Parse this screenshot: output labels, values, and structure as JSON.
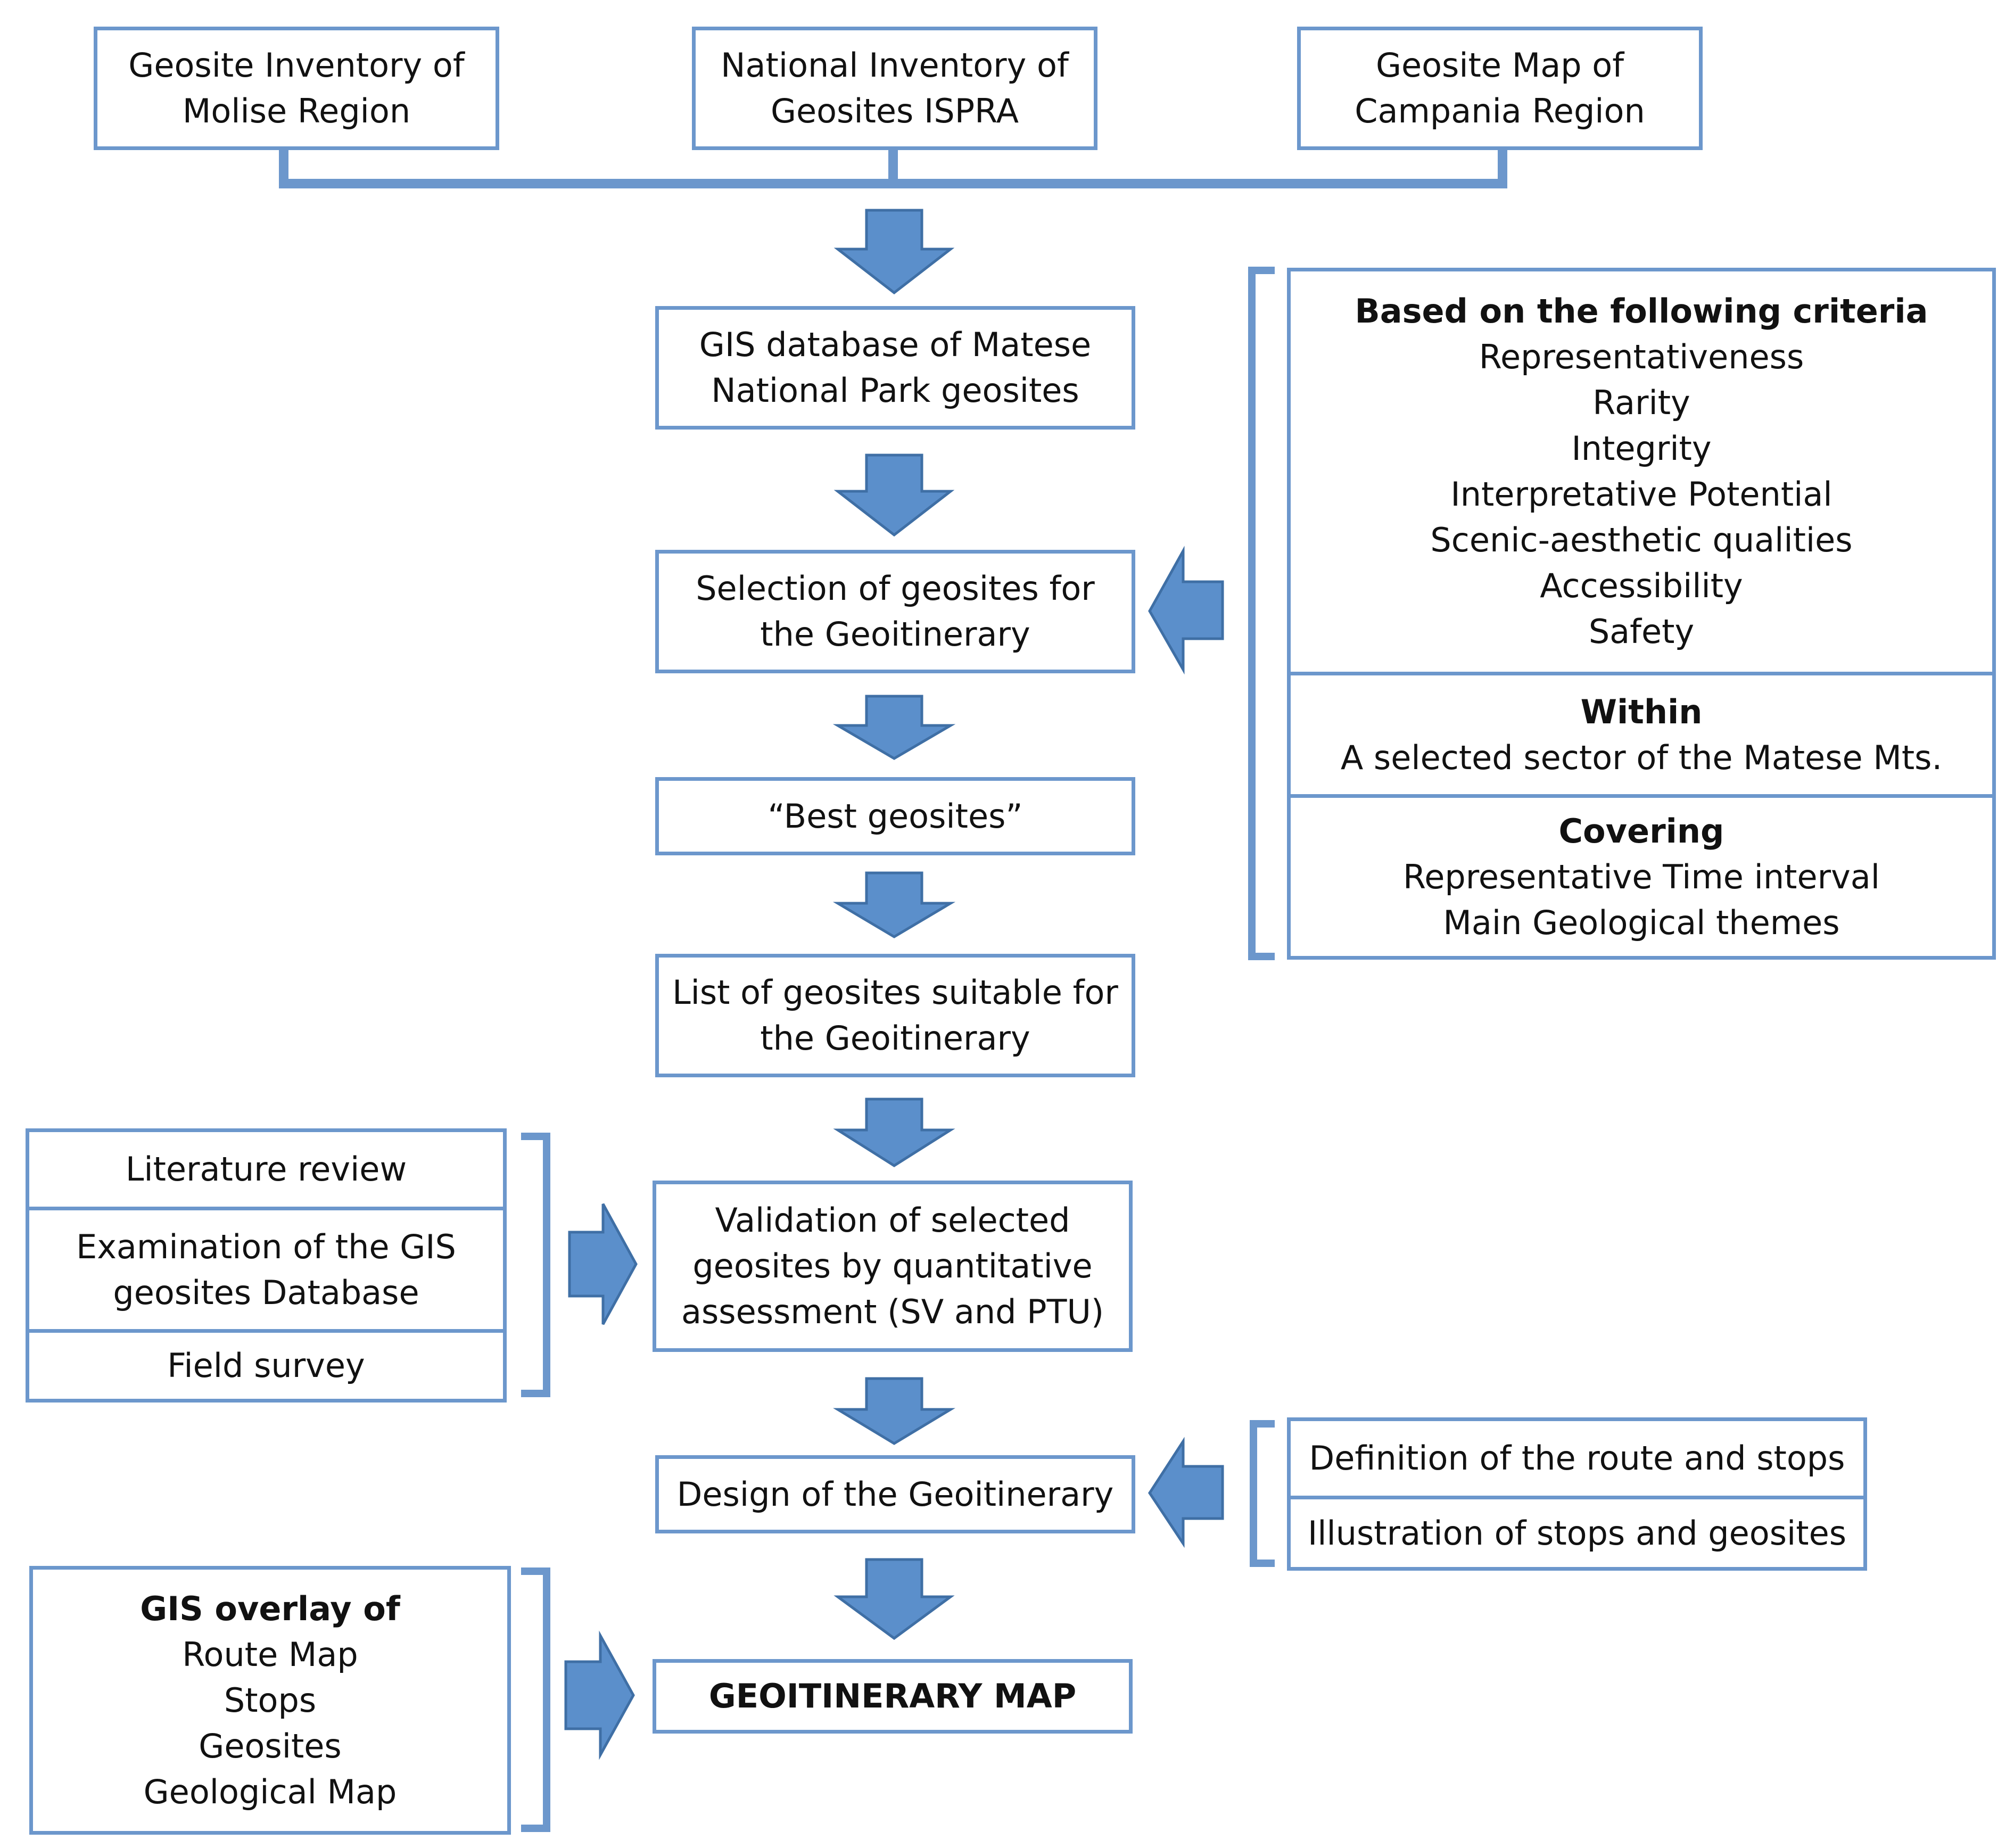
{
  "sources": [
    {
      "id": "molise",
      "lines": [
        "Geosite Inventory of",
        "Molise Region"
      ]
    },
    {
      "id": "ispra",
      "lines": [
        "National Inventory of",
        "Geosites ISPRA"
      ]
    },
    {
      "id": "campania",
      "lines": [
        "Geosite Map of",
        "Campania Region"
      ]
    }
  ],
  "steps": [
    {
      "id": "gis-database",
      "lines": [
        "GIS database of Matese",
        "National Park geosites"
      ]
    },
    {
      "id": "selection",
      "lines": [
        "Selection of geosites for",
        "the Geoitinerary"
      ]
    },
    {
      "id": "best-geosites",
      "lines": [
        "“Best geosites”"
      ]
    },
    {
      "id": "suitable-list",
      "lines": [
        "List of geosites suitable for",
        "the Geoitinerary"
      ]
    },
    {
      "id": "validation",
      "lines": [
        "Validation of selected",
        "geosites by quantitative",
        "assessment (SV and PTU)"
      ]
    },
    {
      "id": "design",
      "lines": [
        "Design of the Geoitinerary"
      ]
    },
    {
      "id": "geoitinerary-map",
      "lines": [
        "GEOITINERARY MAP"
      ]
    }
  ],
  "criteria": {
    "based": {
      "heading": "Based on the following criteria",
      "items": [
        "Representativeness",
        "Rarity",
        "Integrity",
        "Interpretative Potential",
        "Scenic-aesthetic qualities",
        "Accessibility",
        "Safety"
      ]
    },
    "within": {
      "heading": "Within",
      "items": [
        "A selected sector of the Matese Mts."
      ]
    },
    "covering": {
      "heading": "Covering",
      "items": [
        "Representative Time interval",
        "Main Geological themes"
      ]
    }
  },
  "validation_methods": [
    "Literature review",
    "Examination of the GIS geosites Database",
    "Field survey"
  ],
  "design_inputs": [
    "Definition of the route and stops",
    "Illustration of stops and geosites"
  ],
  "gis_overlay": {
    "heading": "GIS overlay of",
    "items": [
      "Route Map",
      "Stops",
      "Geosites",
      "Geological Map"
    ]
  },
  "colors": {
    "line": "#6c97cc",
    "arrow_fill": "#5b8fcb",
    "arrow_stroke": "#3f6fa5",
    "text": "#111111"
  }
}
